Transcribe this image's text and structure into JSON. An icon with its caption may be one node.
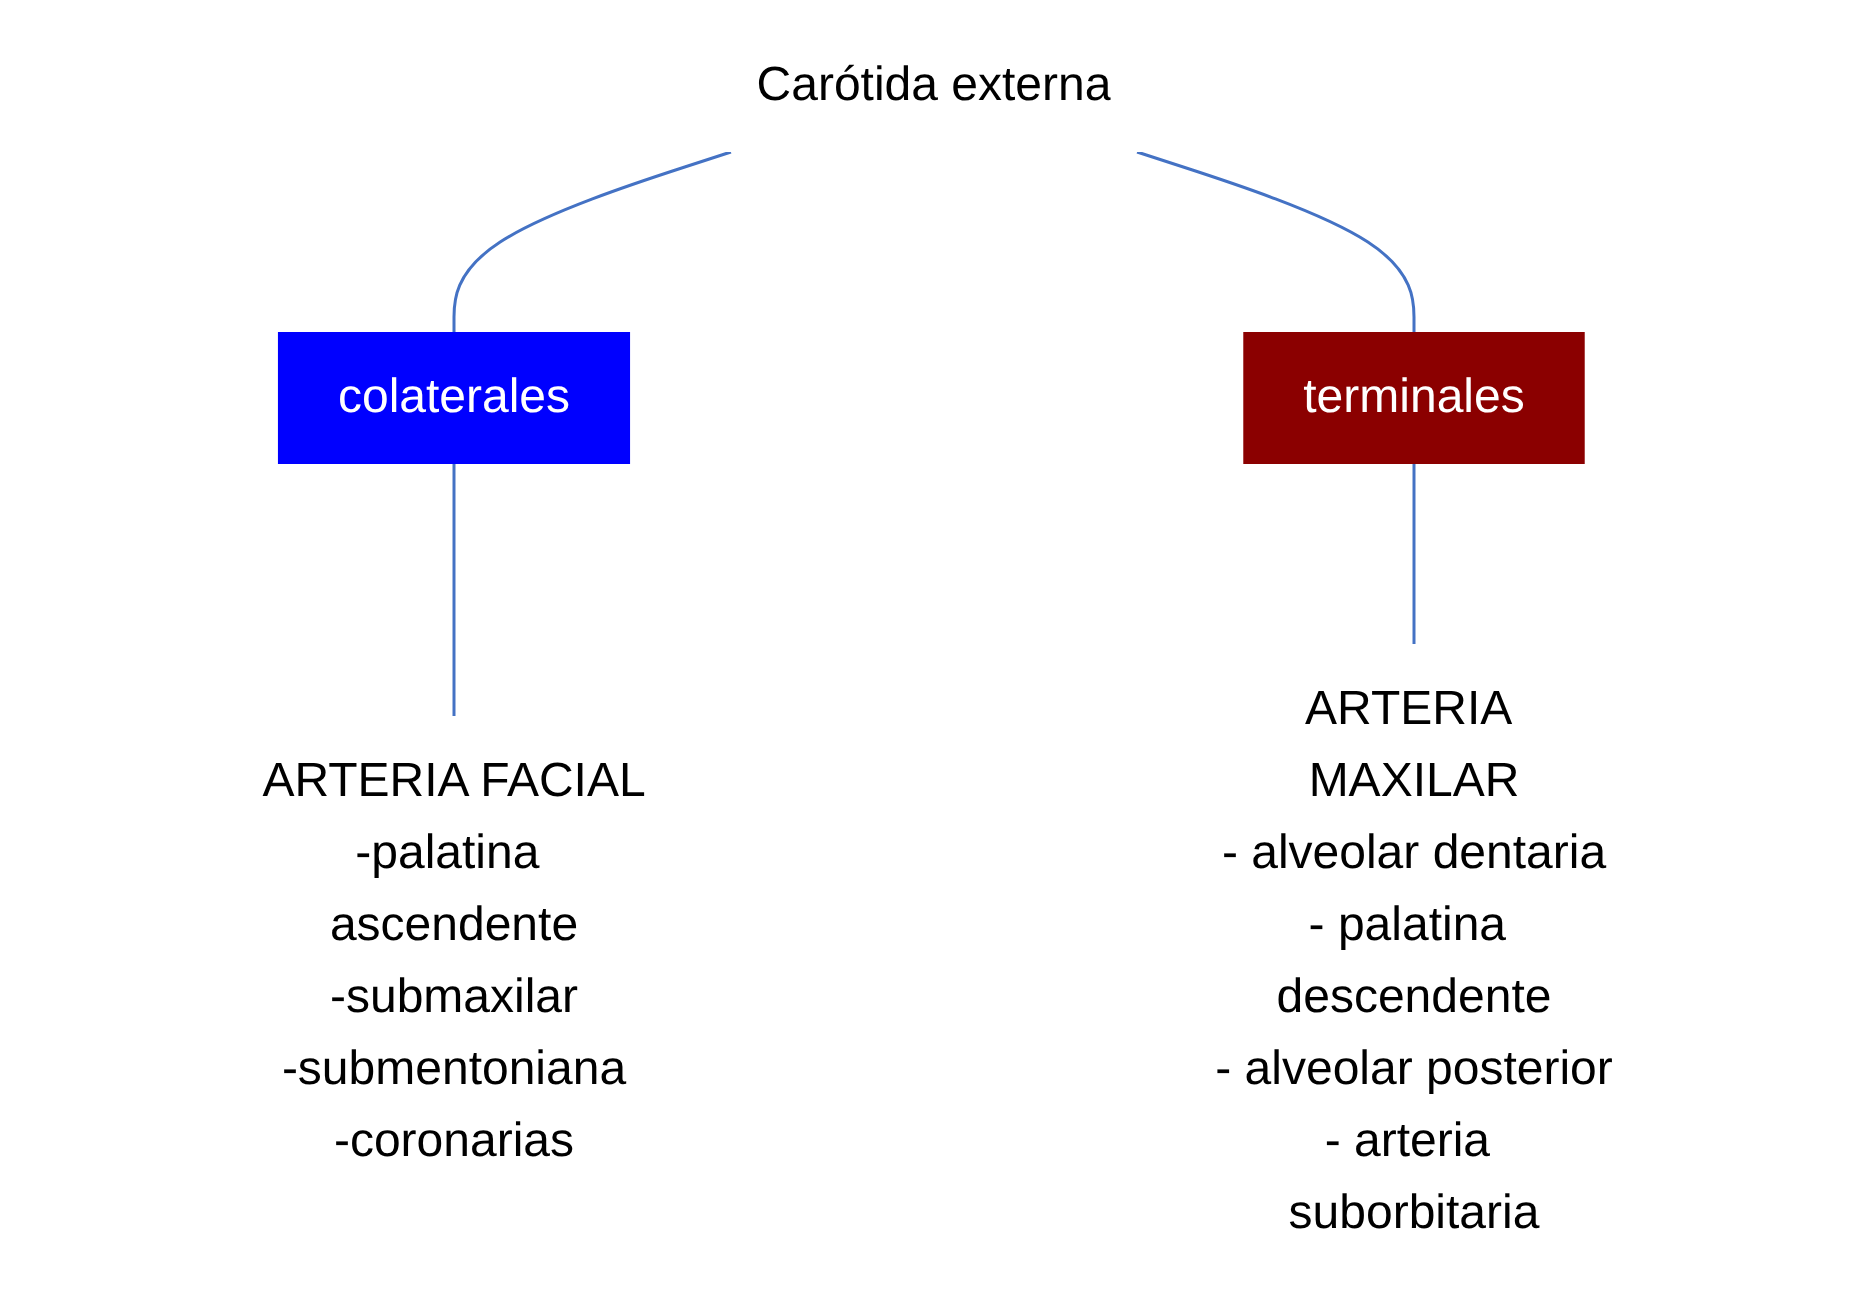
{
  "diagram": {
    "nodes": [
      {
        "text": [
          "Carótida externa"
        ]
      },
      {
        "text": [
          "colaterales"
        ]
      },
      {
        "text": [
          "terminales"
        ]
      },
      {
        "text": [
          "ARTERIA FACIAL",
          "-palatina ascendente",
          "-submaxilar",
          "-submentoniana",
          "-coronarias"
        ]
      },
      {
        "text": [
          "ARTERIA MAXILAR",
          "- alveolar dentaria",
          "- palatina descendente",
          "- alveolar posterior",
          "- arteria suborbitaria"
        ]
      }
    ],
    "edges": [
      {
        "from": 0,
        "to": 1,
        "arrow": "none"
      },
      {
        "from": 0,
        "to": 2,
        "arrow": "none"
      },
      {
        "from": 1,
        "to": 3,
        "arrow": "none"
      },
      {
        "from": 2,
        "to": 4,
        "arrow": "none"
      }
    ]
  }
}
